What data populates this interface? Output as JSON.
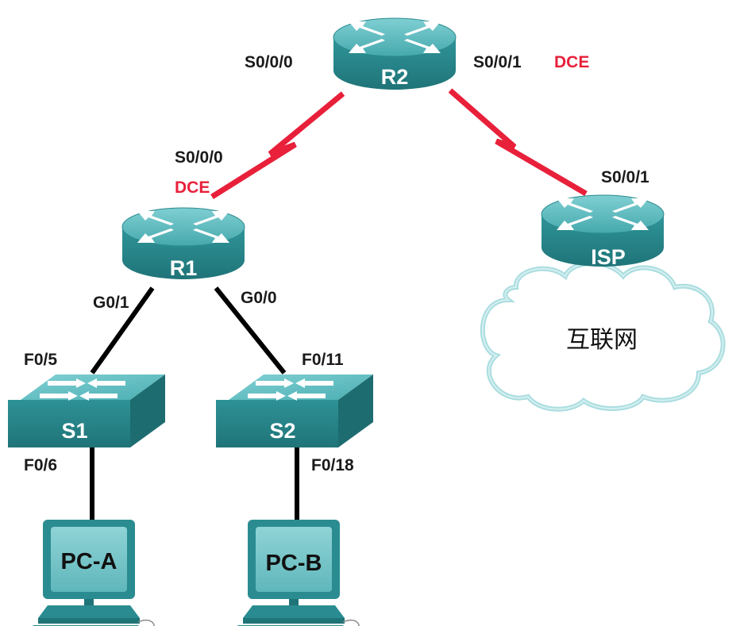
{
  "colors": {
    "serial_link": "#e8203a",
    "ethernet_link": "#000000",
    "dce_text": "#e8203a",
    "device_teal": "#2b8f93",
    "device_light": "#5fbcbf",
    "cloud_edge": "#a9dde0"
  },
  "devices": {
    "r2": {
      "name": "R2",
      "icon": "router-icon"
    },
    "r1": {
      "name": "R1",
      "icon": "router-icon"
    },
    "isp": {
      "name": "ISP",
      "icon": "router-icon"
    },
    "s1": {
      "name": "S1",
      "icon": "switch-icon"
    },
    "s2": {
      "name": "S2",
      "icon": "switch-icon"
    },
    "pca": {
      "name": "PC-A",
      "icon": "pc-icon"
    },
    "pcb": {
      "name": "PC-B",
      "icon": "pc-icon"
    }
  },
  "cloud": {
    "label": "互联网",
    "icon": "cloud-icon"
  },
  "ports": {
    "r2_s000": "S0/0/0",
    "r2_s001": "S0/0/1",
    "r1_s000": "S0/0/0",
    "isp_s001": "S0/0/1",
    "r1_g01": "G0/1",
    "r1_g00": "G0/0",
    "s1_f05": "F0/5",
    "s2_f011": "F0/11",
    "s1_f06": "F0/6",
    "s2_f018": "F0/18"
  },
  "dce": {
    "r2": "DCE",
    "r1": "DCE"
  }
}
